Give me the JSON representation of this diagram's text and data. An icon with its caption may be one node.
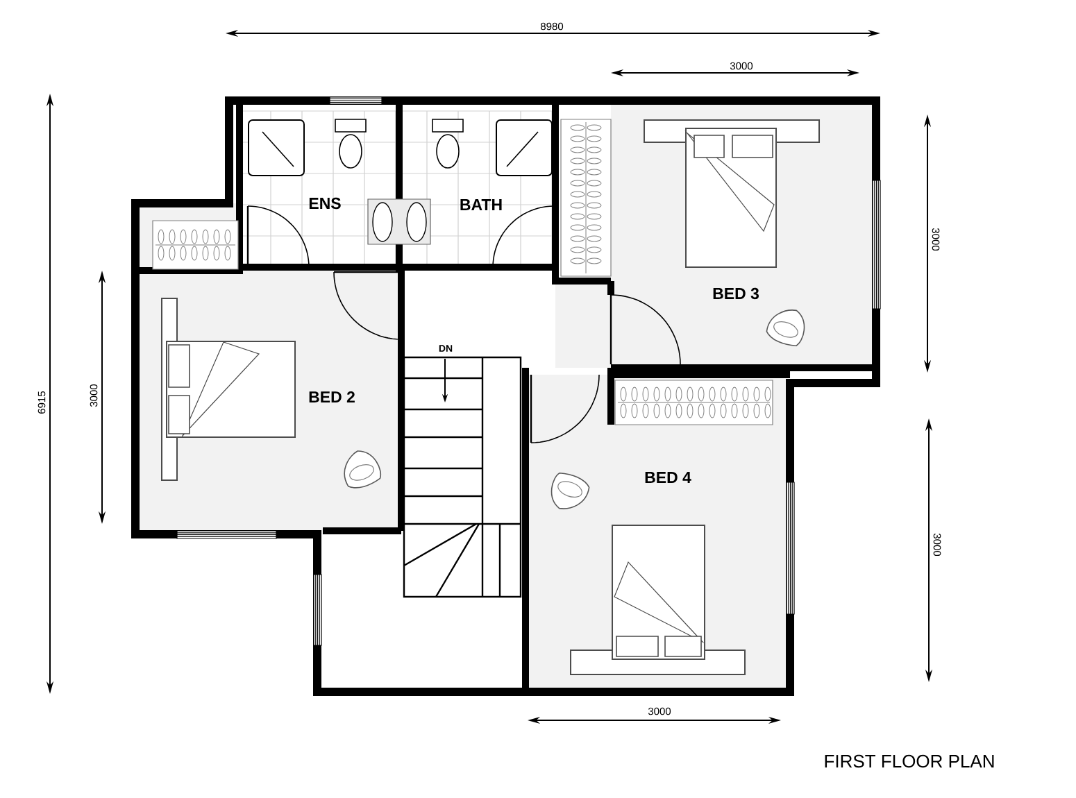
{
  "diagram": {
    "title": "FIRST FLOOR PLAN",
    "labels": [
      "8980",
      "3000",
      "6915",
      "3000",
      "3000",
      "ENS",
      "BATH",
      "BED 3",
      "DN",
      "BED 2",
      "BED 4",
      "3000",
      "3000"
    ]
  }
}
